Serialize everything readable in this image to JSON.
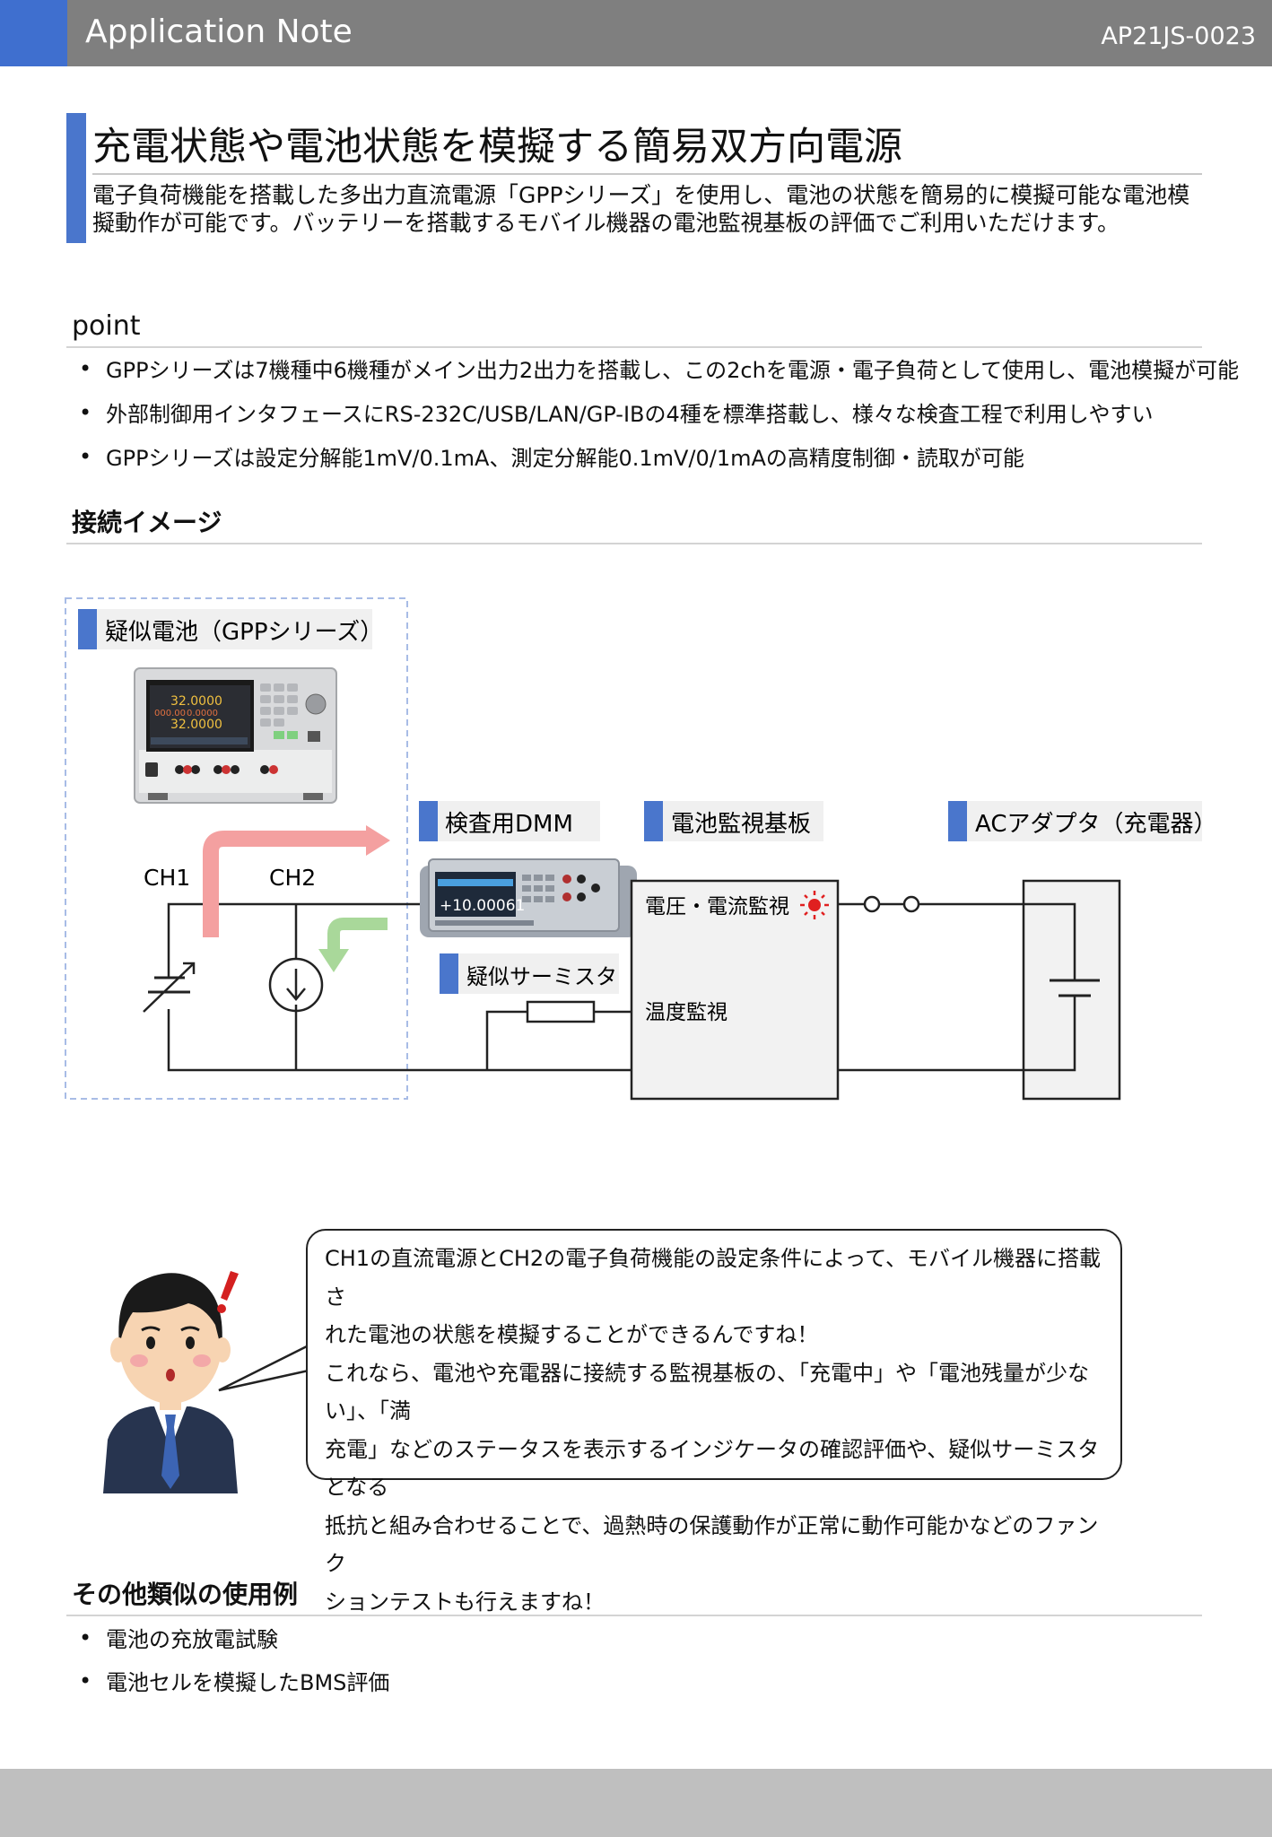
{
  "header": {
    "title": "Application Note",
    "code": "AP21JS-0023"
  },
  "main_title": "充電状態や電池状態を模擬する簡易双方向電源",
  "lead": "電子負荷機能を搭載した多出力直流電源「GPPシリーズ」を使用し、電池の状態を簡易的に模擬可能な電池模擬動作が可能です。バッテリーを搭載するモバイル機器の電池監視基板の評価でご利用いただけます。",
  "point": {
    "heading": "point",
    "items": [
      "GPPシリーズは7機種中6機種がメイン出力2出力を搭載し、この2chを電源・電子負荷として使用し、電池模擬が可能",
      "外部制御用インタフェースにRS-232C/USB/LAN/GP-IBの4種を標準搭載し、様々な検査工程で利用しやすい",
      "GPPシリーズは設定分解能1mV/0.1mA、測定分解能0.1mV/0/1mAの高精度制御・読取が可能"
    ]
  },
  "connection": {
    "heading": "接続イメージ",
    "labels": {
      "pseudo_battery": "疑似電池（GPPシリーズ）",
      "dmm": "検査用DMM",
      "monitor_board": "電池監視基板",
      "ac_adapter": "ACアダプタ（充電器）",
      "thermistor": "疑似サーミスタ",
      "ch1": "CH1",
      "ch2": "CH2",
      "voltage_monitor": "電圧・電流監視",
      "temp_monitor": "温度監視",
      "gpp_display_1": "32.0000",
      "gpp_display_2": "32.0000",
      "gpp_display_3": "000.00",
      "gpp_display_4": "0.0000",
      "dmm_reading": "+10.00061"
    }
  },
  "bubble": {
    "lines": [
      "CH1の直流電源とCH2の電子負荷機能の設定条件によって、モバイル機器に搭載さ",
      "れた電池の状態を模擬することができるんですね！",
      "これなら、電池や充電器に接続する監視基板の、「充電中」や「電池残量が少ない」、「満",
      "充電」などのステータスを表示するインジケータの確認評価や、疑似サーミスタとなる",
      "抵抗と組み合わせることで、過熱時の保護動作が正常に動作可能かなどのファンク",
      "ションテストも行えますね！"
    ]
  },
  "other_examples": {
    "heading": "その他類似の使用例",
    "items": [
      "電池の充放電試験",
      "電池セルを模擬したBMS評価"
    ]
  },
  "colors": {
    "accent_blue": "#4a76cc",
    "header_gray": "#7f7f7f",
    "arrow_pink": "#f4a0a0",
    "arrow_green": "#a9d89a",
    "led_red": "#e02020"
  }
}
